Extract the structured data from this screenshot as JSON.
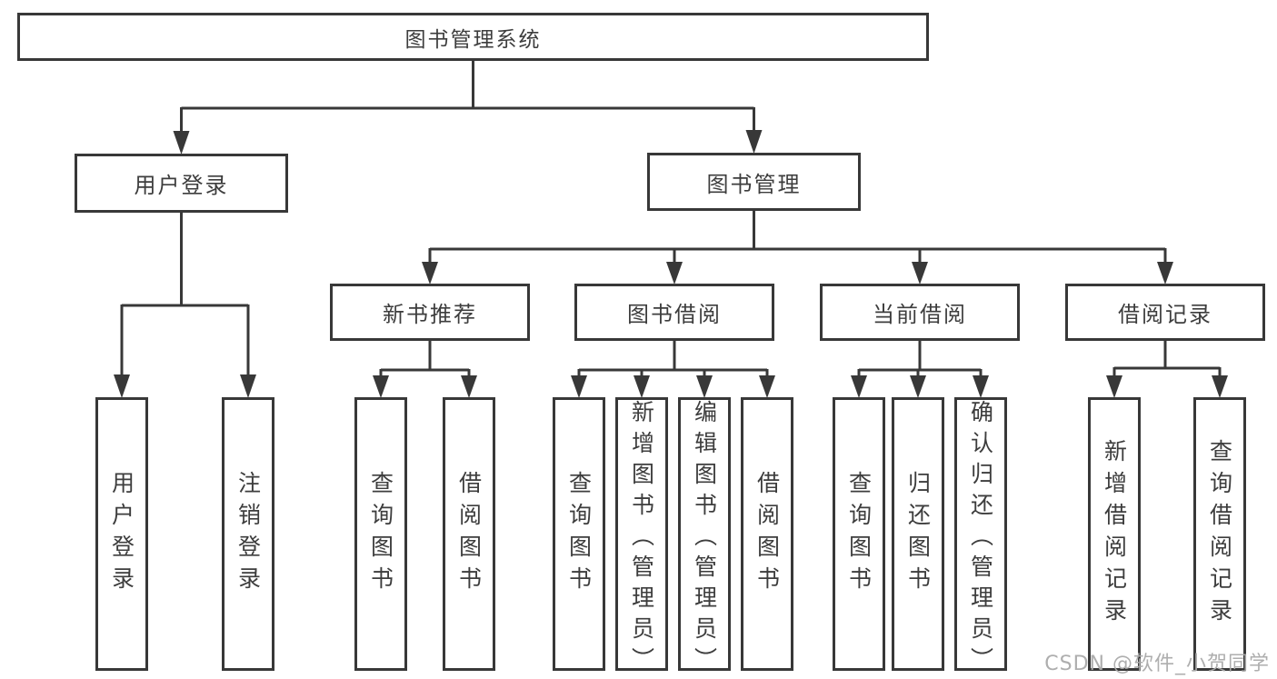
{
  "diagram": {
    "title": "图书管理系统",
    "root": {
      "label": "图书管理系统"
    },
    "level2": [
      {
        "label": "用户登录"
      },
      {
        "label": "图书管理"
      }
    ],
    "level3": [
      {
        "label": "新书推荐",
        "parent": "图书管理"
      },
      {
        "label": "图书借阅",
        "parent": "图书管理"
      },
      {
        "label": "当前借阅",
        "parent": "图书管理"
      },
      {
        "label": "借阅记录",
        "parent": "图书管理"
      }
    ],
    "level4": [
      {
        "label": "用户登录",
        "parent": "用户登录"
      },
      {
        "label": "注销登录",
        "parent": "用户登录"
      },
      {
        "label": "查询图书",
        "parent": "新书推荐"
      },
      {
        "label": "借阅图书",
        "parent": "新书推荐"
      },
      {
        "label": "查询图书",
        "parent": "图书借阅"
      },
      {
        "label": "新增图书（管理员）",
        "parent": "图书借阅"
      },
      {
        "label": "编辑图书（管理员）",
        "parent": "图书借阅"
      },
      {
        "label": "借阅图书",
        "parent": "图书借阅"
      },
      {
        "label": "查询图书",
        "parent": "当前借阅"
      },
      {
        "label": "归还图书",
        "parent": "当前借阅"
      },
      {
        "label": "确认归还（管理员）",
        "parent": "当前借阅"
      },
      {
        "label": "新增借阅记录",
        "parent": "借阅记录"
      },
      {
        "label": "查询借阅记录",
        "parent": "借阅记录"
      }
    ],
    "watermark": "CSDN @软件_小贺同学",
    "colors": {
      "line": "#383838",
      "box_border": "#383838",
      "text": "#3d3d3d",
      "background": "#ffffff",
      "watermark": "#aaaaaa"
    }
  }
}
